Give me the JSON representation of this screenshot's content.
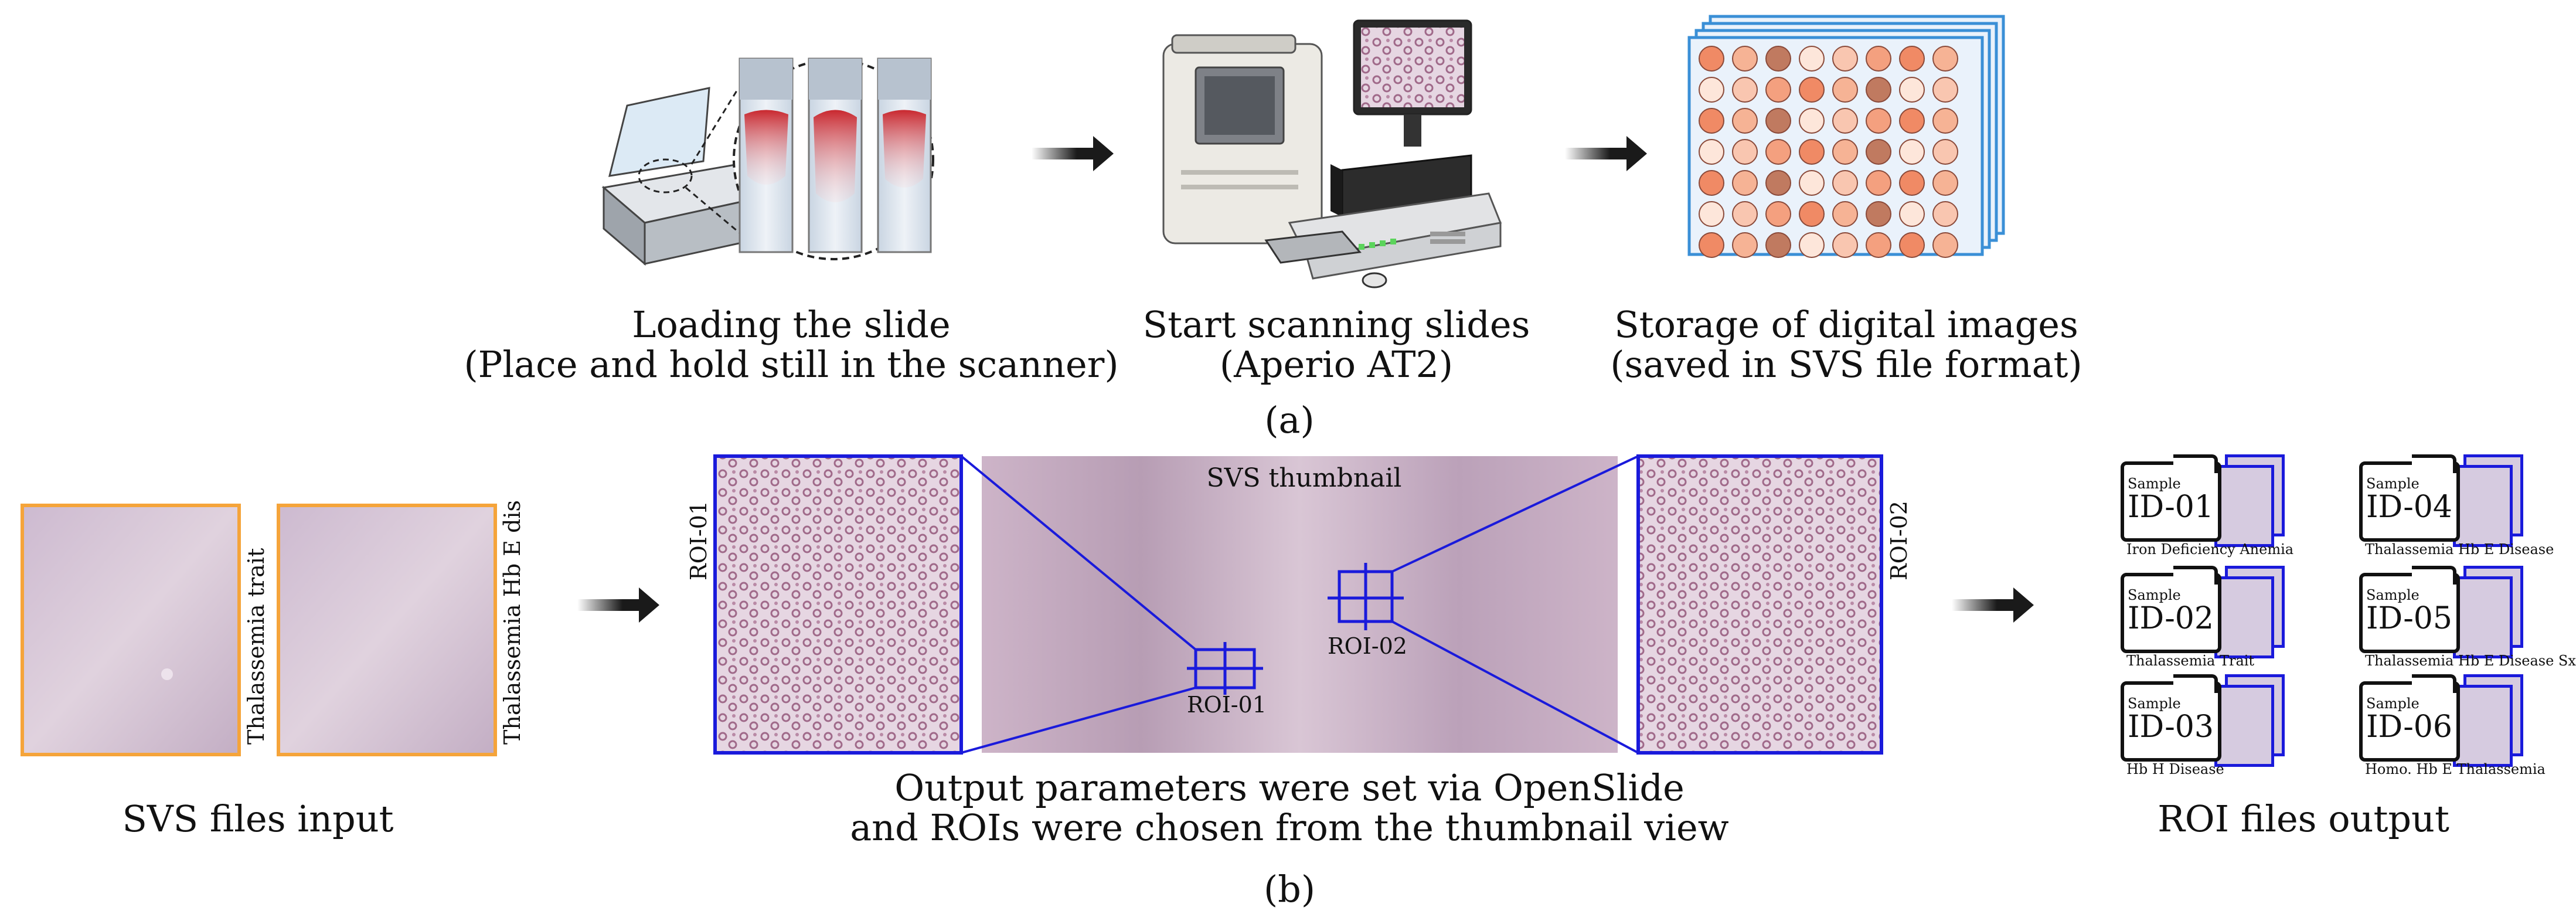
{
  "panel_a": {
    "label": "(a)",
    "steps": [
      {
        "line1": "Loading the slide",
        "line2": "(Place and hold still in the scanner)"
      },
      {
        "line1": "Start scanning slides",
        "line2": "(Aperio AT2)"
      },
      {
        "line1": "Storage of digital images",
        "line2": "(saved in SVS file format)"
      }
    ]
  },
  "panel_b": {
    "label": "(b)",
    "inputs": {
      "caption": "SVS files input",
      "slides": [
        "Thalassemia trait",
        "Thalassemia Hb E dis"
      ]
    },
    "thumbnail": {
      "title": "SVS thumbnail",
      "roi_left_tag": "ROI-01",
      "roi_right_tag": "ROI-02",
      "roi1_label": "ROI-01",
      "roi2_label": "ROI-02",
      "caption_line1": "Output parameters were set via OpenSlide",
      "caption_line2": "and ROIs were chosen from the thumbnail view"
    },
    "outputs": {
      "caption": "ROI files output",
      "sample_word": "Sample",
      "files": [
        {
          "id": "ID-01",
          "label": "Iron Deficiency Anemia"
        },
        {
          "id": "ID-04",
          "label": "Thalassemia Hb E Disease"
        },
        {
          "id": "ID-02",
          "label": "Thalassemia Trait"
        },
        {
          "id": "ID-05",
          "label": "Thalassemia Hb E Disease Sx"
        },
        {
          "id": "ID-03",
          "label": "Hb H Disease"
        },
        {
          "id": "ID-06",
          "label": "Homo. Hb E Thalassemia"
        }
      ]
    }
  },
  "colors": {
    "blue": "#1a1adb",
    "orange": "#f5a43a",
    "tissue": "#d9c2d2",
    "cell": "#a06a8a",
    "arrow": "#1a1a1a"
  }
}
